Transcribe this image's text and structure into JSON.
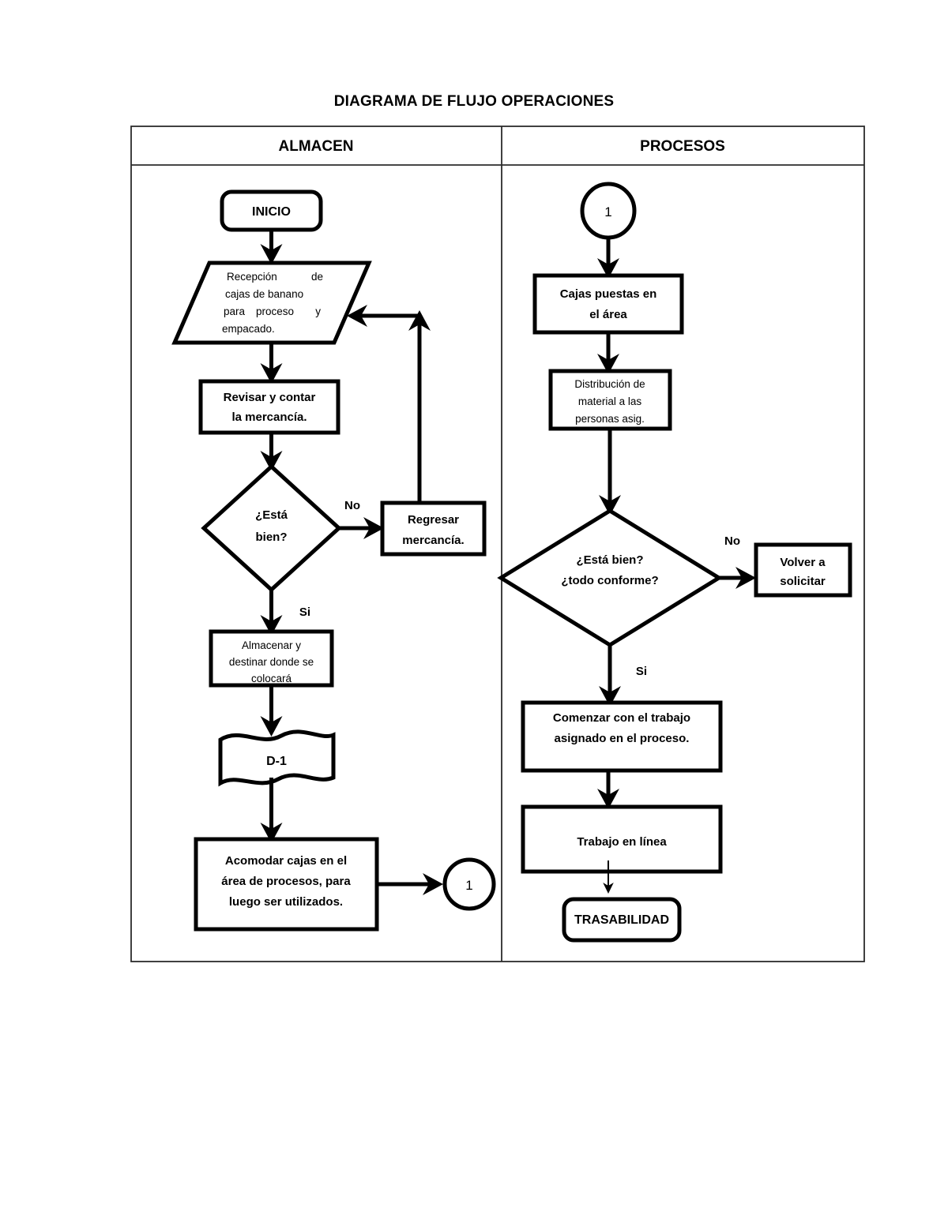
{
  "document": {
    "title": "DIAGRAMA DE FLUJO  OPERACIONES"
  },
  "columns": [
    {
      "id": "almacen",
      "header": "ALMACEN"
    },
    {
      "id": "procesos",
      "header": "PROCESOS"
    }
  ],
  "flowchart": {
    "type": "flowchart",
    "orientation": "vertical",
    "swimlanes": [
      "ALMACEN",
      "PROCESOS"
    ],
    "nodes": [
      {
        "id": "inicio",
        "lane": "ALMACEN",
        "shape": "terminator",
        "text": "INICIO"
      },
      {
        "id": "recepcion",
        "lane": "ALMACEN",
        "shape": "parallelogram",
        "line1a": "Recepción",
        "line1b": "de",
        "line2": "cajas de banano",
        "line3a": "para",
        "line3b": "proceso",
        "line3c": "y",
        "line4": "empacado."
      },
      {
        "id": "revisar",
        "lane": "ALMACEN",
        "shape": "process",
        "line1": "Revisar y contar",
        "line2": "la mercancía."
      },
      {
        "id": "esta_bien",
        "lane": "ALMACEN",
        "shape": "decision",
        "line1": "¿Está",
        "line2": "bien?"
      },
      {
        "id": "regresar",
        "lane": "ALMACEN",
        "shape": "process",
        "line1": "Regresar",
        "line2": "mercancía."
      },
      {
        "id": "almacenar",
        "lane": "ALMACEN",
        "shape": "process",
        "line1": "Almacenar y",
        "line2": "destinar donde se",
        "line3": "colocará"
      },
      {
        "id": "d1",
        "lane": "ALMACEN",
        "shape": "document",
        "text": "D-1"
      },
      {
        "id": "acomodar",
        "lane": "ALMACEN",
        "shape": "process",
        "line1": "Acomodar cajas en  el",
        "line2": "área de procesos, para",
        "line3": "luego ser utilizados."
      },
      {
        "id": "conn_out",
        "lane": "ALMACEN",
        "shape": "connector",
        "text": "1"
      },
      {
        "id": "conn_in",
        "lane": "PROCESOS",
        "shape": "connector",
        "text": "1"
      },
      {
        "id": "cajas_puestas",
        "lane": "PROCESOS",
        "shape": "process",
        "line1": "Cajas puestas en",
        "line2": "el área"
      },
      {
        "id": "distribucion",
        "lane": "PROCESOS",
        "shape": "process",
        "line1": "Distribución de",
        "line2": "material a las",
        "line3": "personas asig."
      },
      {
        "id": "conforme",
        "lane": "PROCESOS",
        "shape": "decision",
        "line1": "¿Está bien?",
        "line2": "¿todo conforme?"
      },
      {
        "id": "volver",
        "lane": "PROCESOS",
        "shape": "process",
        "line1": "Volver a",
        "line2": "solicitar"
      },
      {
        "id": "comenzar",
        "lane": "PROCESOS",
        "shape": "process",
        "line1": "Comenzar con  el trabajo",
        "line2": "asignado en el proceso."
      },
      {
        "id": "trabajo_linea",
        "lane": "PROCESOS",
        "shape": "process",
        "text": "Trabajo en línea"
      },
      {
        "id": "trasabilidad",
        "lane": "PROCESOS",
        "shape": "terminator",
        "text": "TRASABILIDAD"
      }
    ],
    "edge_labels": {
      "no_left": "No",
      "si_left": "Si",
      "no_right": "No",
      "si_right": "Si"
    },
    "edges": [
      {
        "from": "inicio",
        "to": "recepcion",
        "label": ""
      },
      {
        "from": "recepcion",
        "to": "revisar",
        "label": ""
      },
      {
        "from": "revisar",
        "to": "esta_bien",
        "label": ""
      },
      {
        "from": "esta_bien",
        "to": "regresar",
        "label": "No"
      },
      {
        "from": "regresar",
        "to": "recepcion",
        "label": ""
      },
      {
        "from": "esta_bien",
        "to": "almacenar",
        "label": "Si"
      },
      {
        "from": "almacenar",
        "to": "d1",
        "label": ""
      },
      {
        "from": "d1",
        "to": "acomodar",
        "label": ""
      },
      {
        "from": "acomodar",
        "to": "conn_out",
        "label": ""
      },
      {
        "from": "conn_in",
        "to": "cajas_puestas",
        "label": ""
      },
      {
        "from": "cajas_puestas",
        "to": "distribucion",
        "label": ""
      },
      {
        "from": "distribucion",
        "to": "conforme",
        "label": ""
      },
      {
        "from": "conforme",
        "to": "volver",
        "label": "No"
      },
      {
        "from": "conforme",
        "to": "comenzar",
        "label": "Si"
      },
      {
        "from": "comenzar",
        "to": "trabajo_linea",
        "label": ""
      },
      {
        "from": "trabajo_linea",
        "to": "trasabilidad",
        "label": ""
      }
    ]
  },
  "colors": {
    "stroke": "#000000",
    "fill": "#ffffff",
    "frame": "#2b2b2b"
  }
}
